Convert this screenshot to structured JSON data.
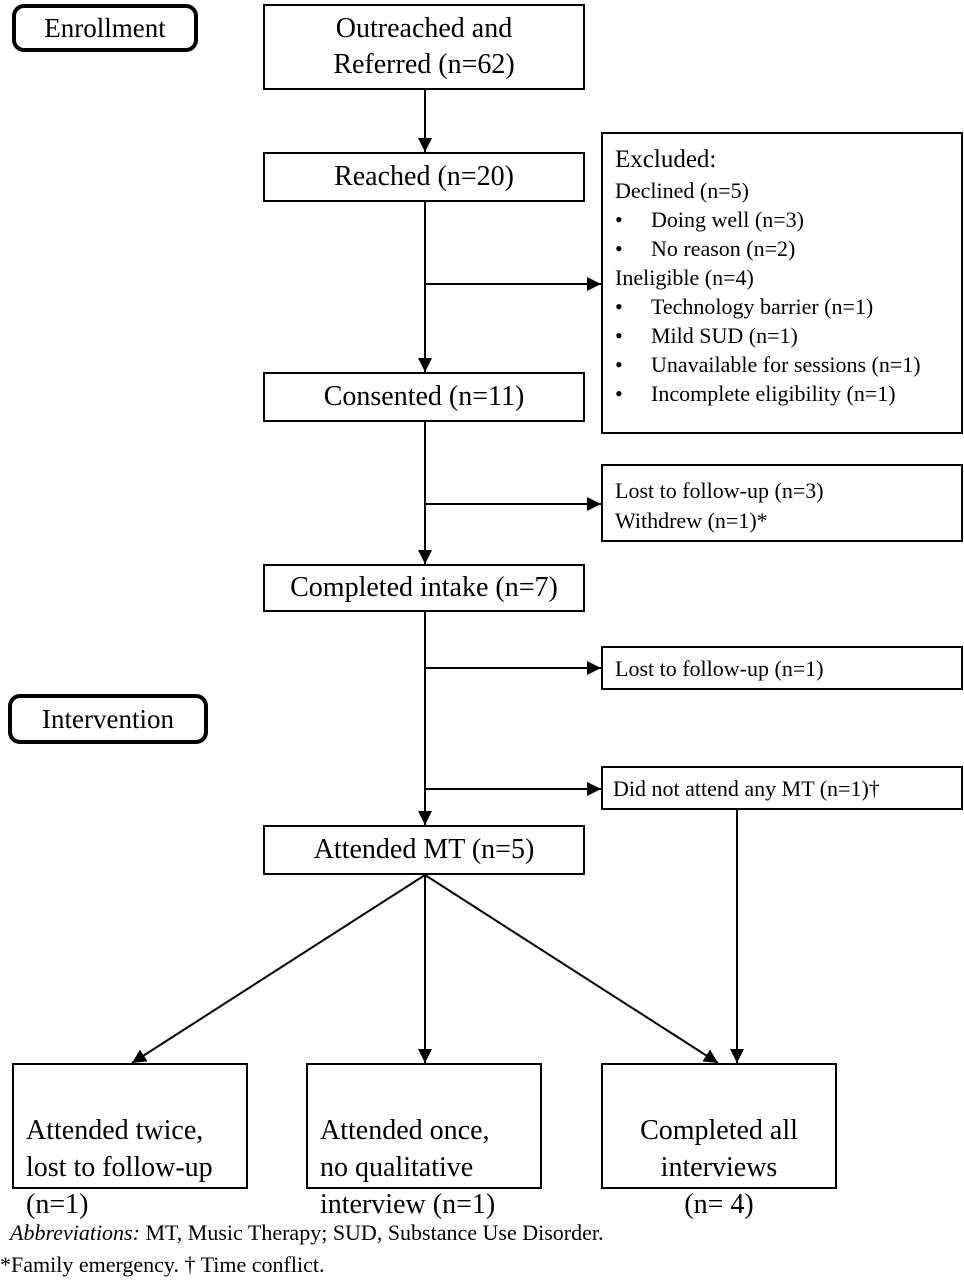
{
  "stages": {
    "enrollment": "Enrollment",
    "intervention": "Intervention"
  },
  "boxes": {
    "outreached": "Outreached and\nReferred (n=62)",
    "reached": "Reached (n=20)",
    "consented": "Consented (n=11)",
    "completed_intake": "Completed intake (n=7)",
    "attended_mt": "Attended MT (n=5)",
    "attended_twice": "Attended twice,\nlost to follow-up\n(n=1)",
    "attended_once": "Attended once,\nno qualitative\ninterview (n=1)",
    "completed_all": "Completed all\ninterviews\n(n= 4)"
  },
  "excluded": {
    "title": "Excluded:",
    "declined": "Declined (n=5)",
    "declined_items": [
      "Doing well (n=3)",
      "No reason (n=2)"
    ],
    "ineligible": "Ineligible (n=4)",
    "ineligible_items": [
      "Technology barrier (n=1)",
      "Mild SUD (n=1)",
      "Unavailable for sessions (n=1)",
      "Incomplete eligibility (n=1)"
    ],
    "bullet": "•"
  },
  "side_boxes": {
    "lost_consented_1": "Lost to follow-up (n=3)",
    "lost_consented_2": "Withdrew (n=1)*",
    "lost_intake": "Lost to follow-up (n=1)",
    "did_not_attend": "Did not attend any MT (n=1)†"
  },
  "footer": {
    "abbrev_label": "Abbreviations:",
    "abbrev_text": " MT, Music Therapy; SUD, Substance Use Disorder.",
    "note": "*Family emergency. † Time conflict."
  }
}
